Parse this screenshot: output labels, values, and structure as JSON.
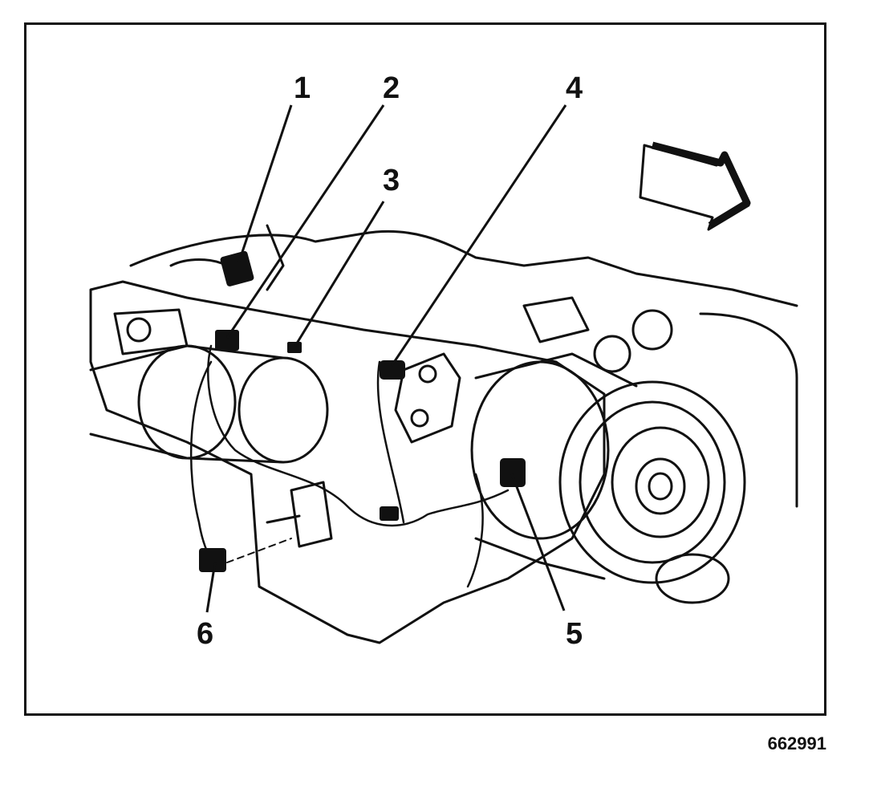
{
  "figure": {
    "id": "662991",
    "subject": "engine-compartment-line-drawing",
    "direction_arrow": "arrow-forward-icon"
  },
  "callouts": [
    {
      "label": "1"
    },
    {
      "label": "2"
    },
    {
      "label": "3"
    },
    {
      "label": "4"
    },
    {
      "label": "5"
    },
    {
      "label": "6"
    }
  ],
  "colors": {
    "ink": "#111111",
    "paper": "#ffffff"
  }
}
